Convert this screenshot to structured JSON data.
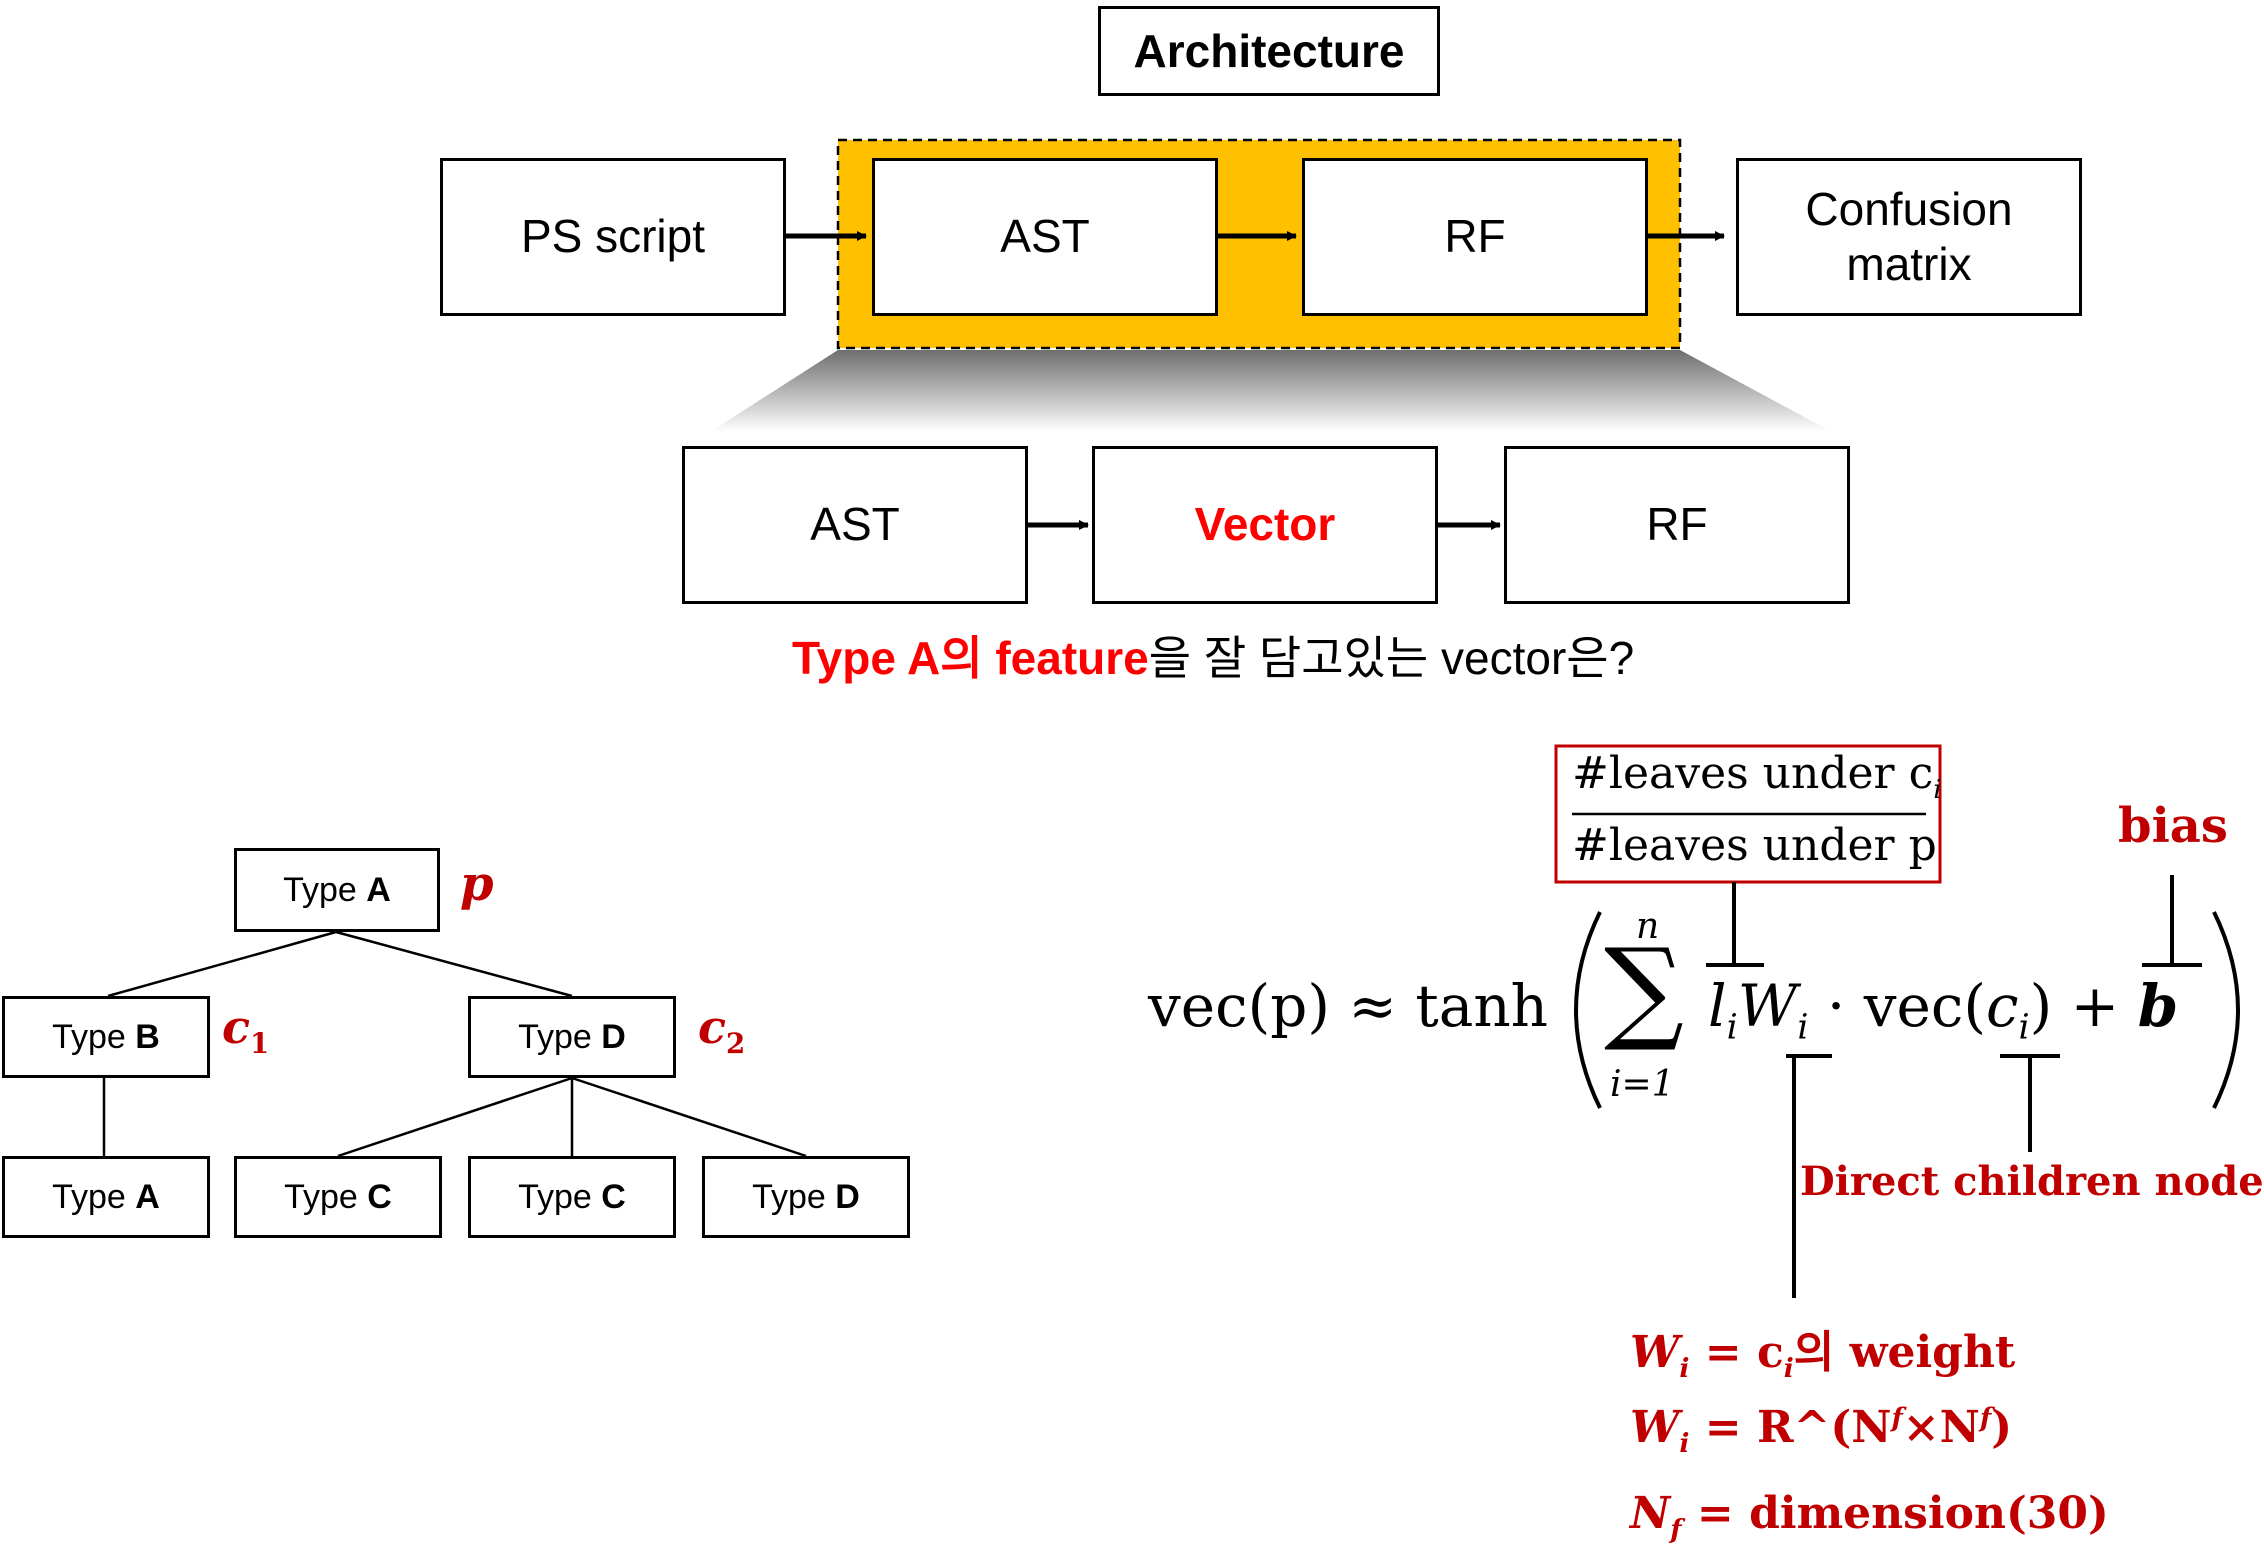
{
  "architecture": {
    "title": "Architecture",
    "top_row": [
      "PS script",
      "AST",
      "RF",
      "Confusion matrix"
    ],
    "bottom_row": [
      "AST",
      "Vector",
      "RF"
    ],
    "highlight_color": "#FFC000",
    "caption": {
      "red_part1": "Type A의 ",
      "red_part2": "feature",
      "black_part": "을 잘 담고있는 vector은?"
    }
  },
  "tree": {
    "type_word": "Type",
    "root": {
      "letter": "A",
      "label": "p"
    },
    "child1": {
      "letter": "B",
      "label": "c",
      "sub": "1"
    },
    "child2": {
      "letter": "D",
      "label": "c",
      "sub": "2"
    },
    "leaves": [
      "A",
      "C",
      "C",
      "D"
    ]
  },
  "formula": {
    "lhs": "vec(p) ≈ tanh",
    "sum_top": "n",
    "sum_bottom": "i=1",
    "body": "l",
    "fraction_num": "#leaves under c",
    "fraction_den": "#leaves under p",
    "bias_label": "bias",
    "children_label": "Direct children node",
    "notes": [
      "W",
      "= c",
      "의 weight",
      "= R^(N",
      "×N",
      ")",
      "N",
      "= dimension(30)"
    ]
  },
  "colors": {
    "accent_red": "#C00000",
    "title_red": "#FF0000"
  }
}
